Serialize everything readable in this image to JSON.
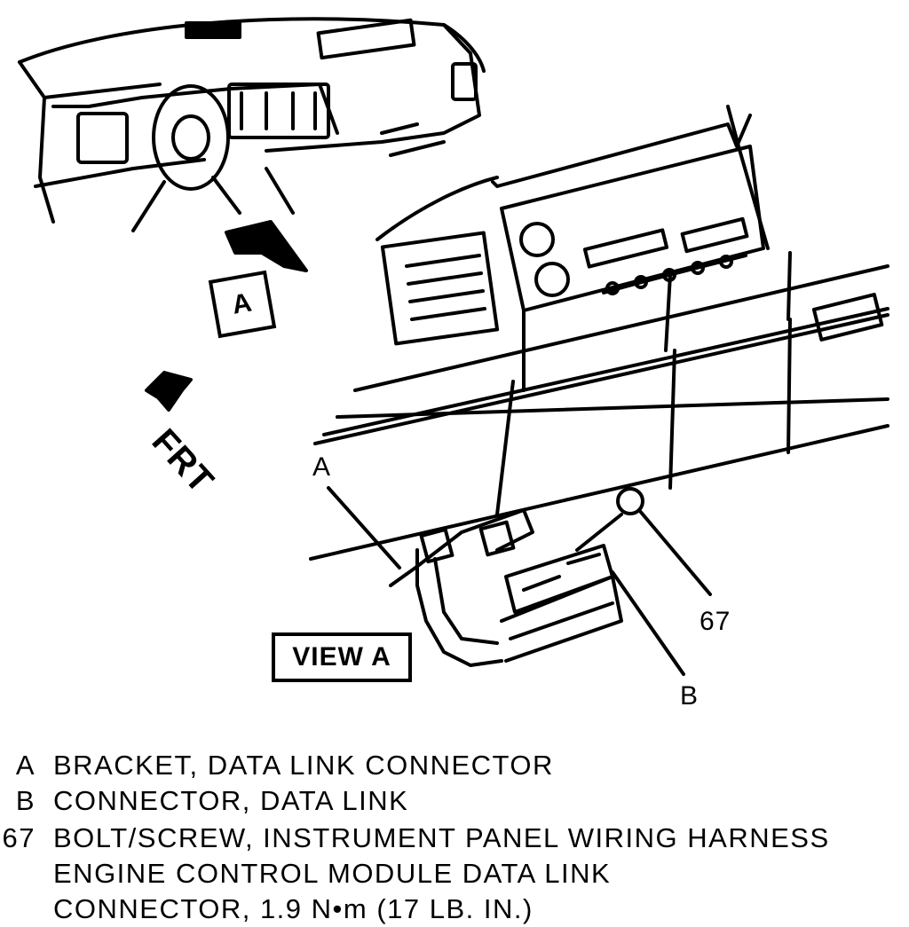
{
  "diagram": {
    "view_tag": "A",
    "front_label": "FRT",
    "view_title": "VIEW A",
    "callouts": {
      "a": "A",
      "b": "B",
      "c": "67"
    }
  },
  "legend": [
    {
      "key": "A",
      "lines": [
        "BRACKET, DATA LINK CONNECTOR"
      ]
    },
    {
      "key": "B",
      "lines": [
        "CONNECTOR, DATA LINK"
      ]
    },
    {
      "key": "67",
      "lines": [
        "BOLT/SCREW, INSTRUMENT PANEL WIRING HARNESS",
        "ENGINE CONTROL MODULE DATA LINK",
        "CONNECTOR, 1.9 N•m (17 LB. IN.)"
      ]
    }
  ],
  "colors": {
    "ink": "#000000",
    "paper": "#ffffff"
  }
}
